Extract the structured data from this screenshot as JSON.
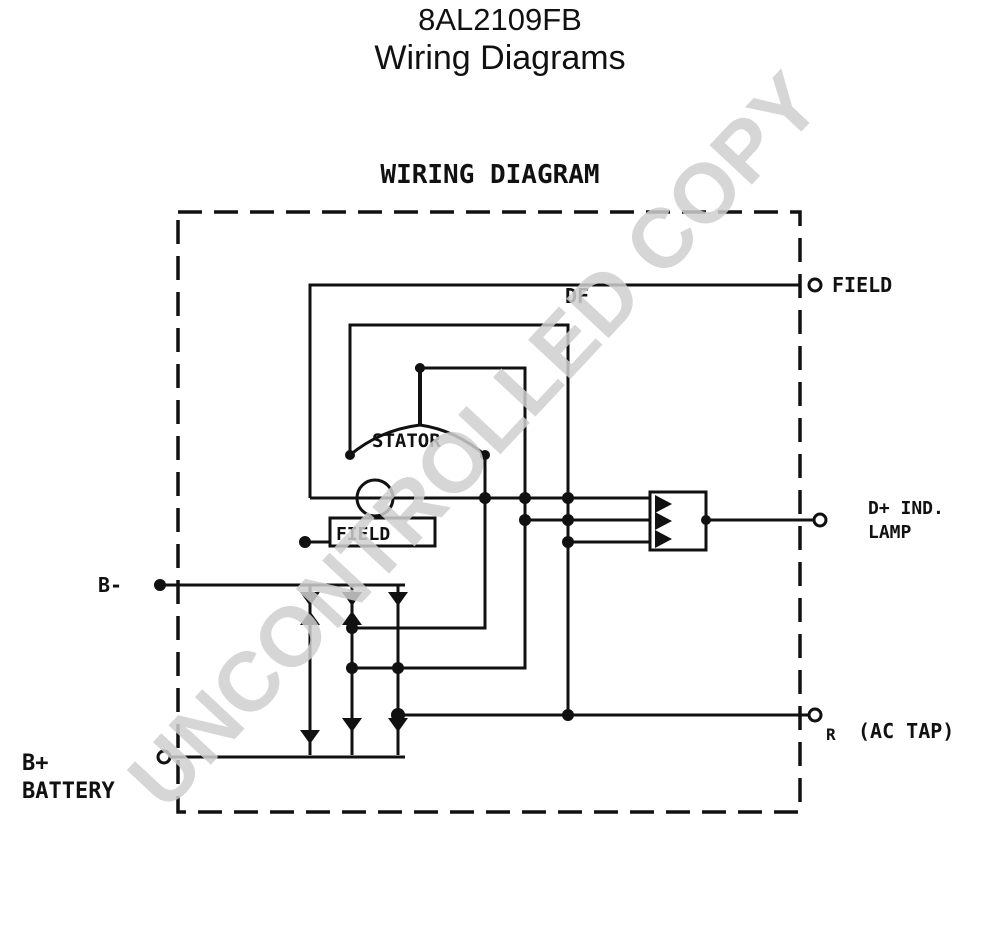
{
  "header": {
    "part_number": "8AL2109FB",
    "title": "Wiring Diagrams"
  },
  "diagram": {
    "heading": "WIRING DIAGRAM",
    "labels": {
      "df": "DF",
      "field_terminal": "FIELD",
      "stator": "STATOR",
      "field_coil": "FIELD",
      "b_minus": "B-",
      "b_plus": "B+",
      "battery": "BATTERY",
      "ind_lamp_line1": "D+ IND.",
      "ind_lamp_line2": "LAMP",
      "ac_tap_r": "R",
      "ac_tap": "(AC TAP)"
    }
  },
  "watermark": {
    "text": "UNCONTROLLED COPY",
    "color": "#cfcfcf"
  }
}
